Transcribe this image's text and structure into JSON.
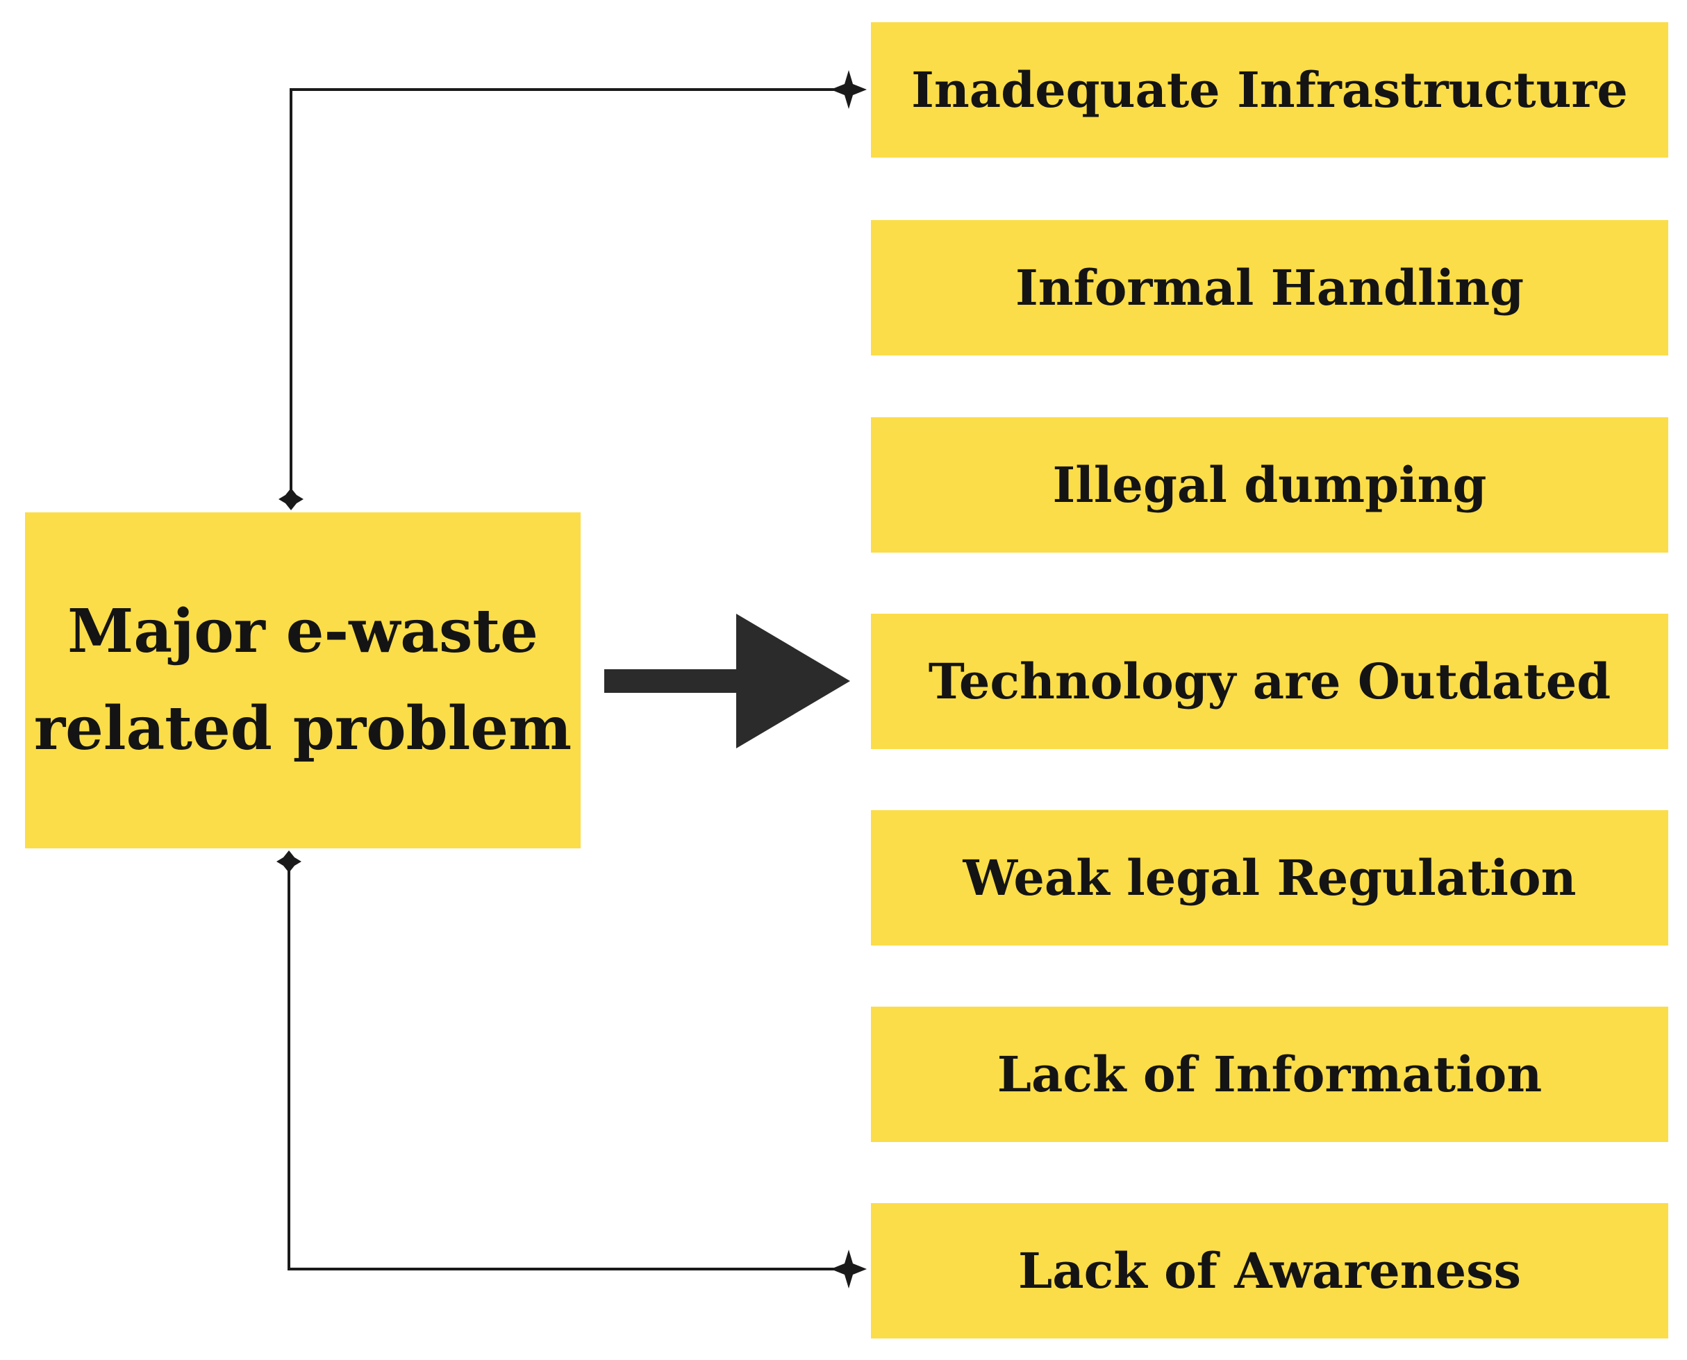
{
  "central_problem": {
    "line1": "Major e-waste",
    "line2": "related problem"
  },
  "problems": [
    "Inadequate Infrastructure",
    "Informal Handling",
    "Illegal dumping",
    "Technology are Outdated",
    "Weak legal Regulation",
    "Lack of Information",
    "Lack of Awareness"
  ],
  "colors": {
    "box_fill": "#fbdd49",
    "text": "#141414",
    "arrow": "#2b2b2b",
    "connector": "#1a1a1a"
  }
}
